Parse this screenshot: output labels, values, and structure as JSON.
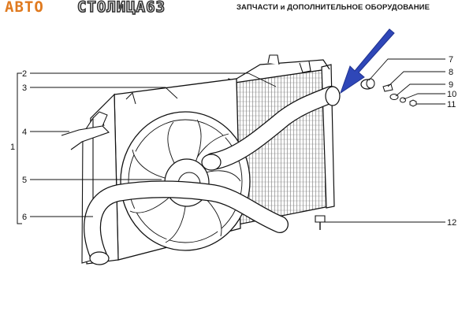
{
  "header": {
    "brand_part1": "АВТО",
    "brand_part2": "СТОЛИЦА63",
    "tagline": "ЗАПЧАСТИ и ДОПОЛНИТЕЛЬНОЕ ОБОРУДОВАНИЕ"
  },
  "callouts": {
    "c1": "1",
    "c2": "2",
    "c3": "3",
    "c4": "4",
    "c5": "5",
    "c6": "6",
    "c7": "7",
    "c8": "8",
    "c9": "9",
    "c10": "10",
    "c11": "11",
    "c12": "12"
  },
  "colors": {
    "brand_orange": "#e07a1f",
    "arrow_blue": "#2f47b8",
    "line_art": "#1a1a1a"
  }
}
